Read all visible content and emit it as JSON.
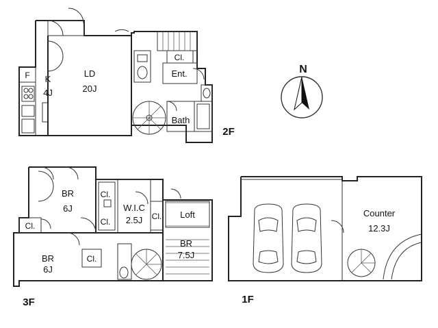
{
  "floors": {
    "f2": {
      "label": "2F",
      "rooms": {
        "f": "F",
        "kitchen": "K",
        "kitchen_size": "4J",
        "ld": "LD",
        "ld_size": "20J",
        "closet": "Cl.",
        "entrance": "Ent.",
        "bath": "Bath"
      }
    },
    "f3": {
      "label": "3F",
      "rooms": {
        "br1": "BR",
        "br1_size": "6J",
        "cl_a": "Cl.",
        "cl_b": "Cl.",
        "wic": "W.I.C",
        "wic_size": "2.5J",
        "cl_c": "Cl.",
        "loft": "Loft",
        "cl_left": "Cl.",
        "br2": "BR",
        "br2_size": "6J",
        "cl_d": "Cl.",
        "br3": "BR",
        "br3_size": "7.5J"
      }
    },
    "f1": {
      "label": "1F",
      "rooms": {
        "counter": "Counter",
        "counter_size": "12.3J"
      }
    }
  },
  "compass": {
    "label": "N",
    "icon": "north-arrow-icon"
  },
  "colors": {
    "line": "#222222",
    "background": "#ffffff",
    "fill_dark": "#111111"
  }
}
